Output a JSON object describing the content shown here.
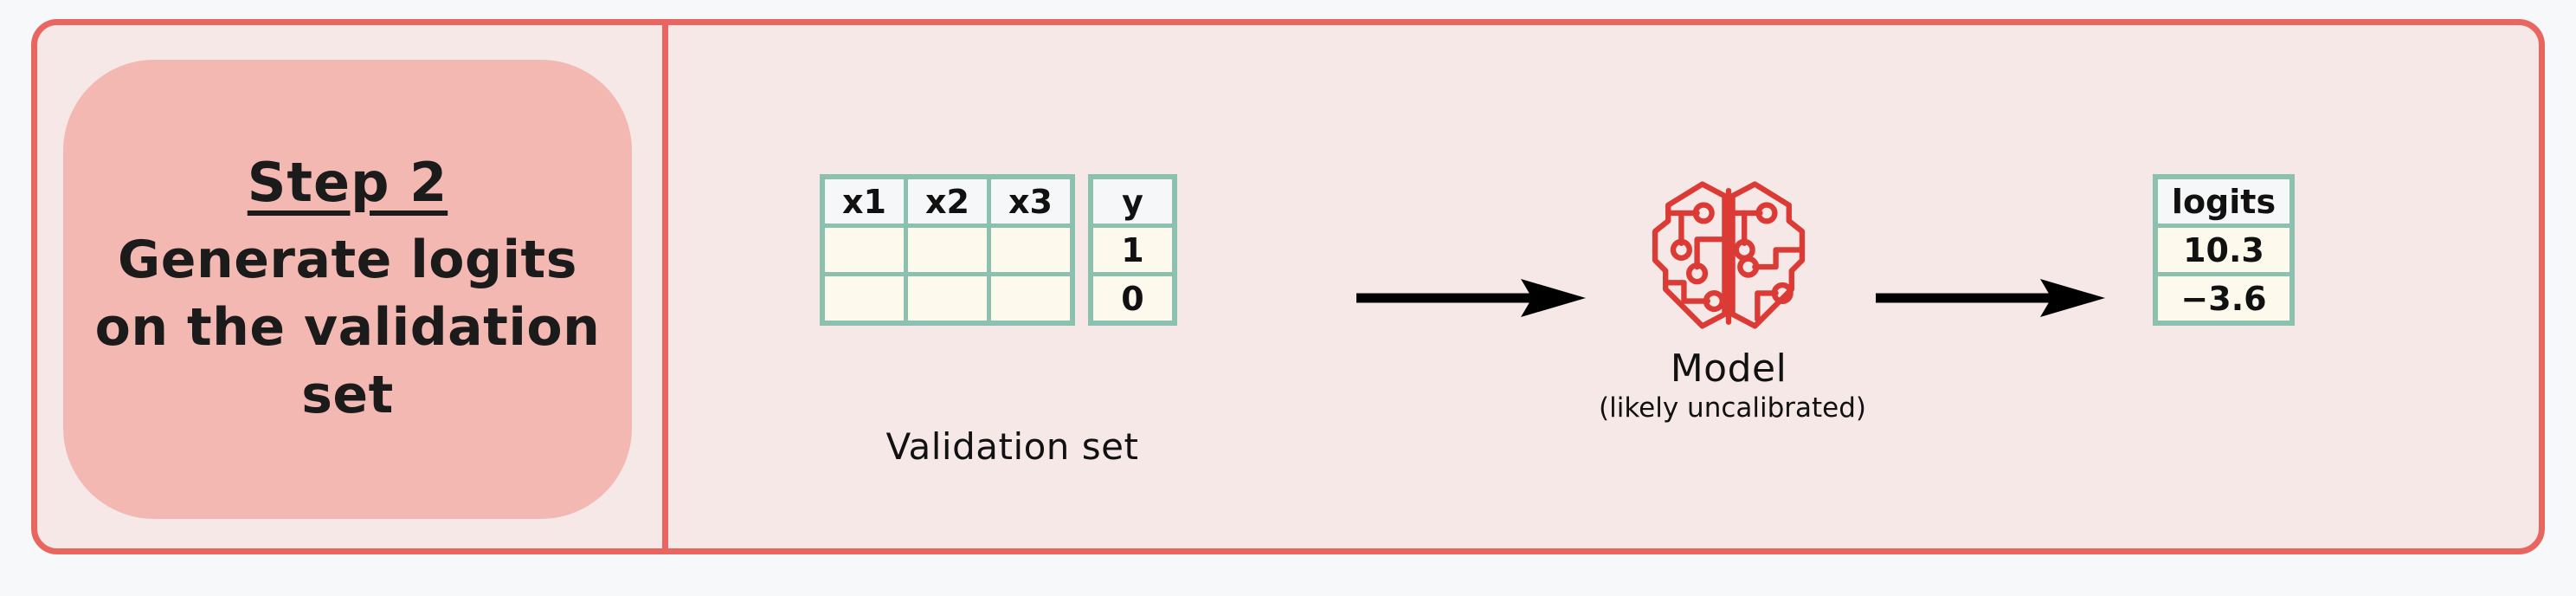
{
  "colors": {
    "page_background": "#f7f8fa",
    "card_border": "#e8665f",
    "card_background": "#f5e8e7",
    "step_badge": "#f4b8b2",
    "table_border": "#8cc0af",
    "table_header_fill": "#f5f7f8",
    "table_cell_fill": "#fdf9ec",
    "model_icon": "#dc3b35",
    "arrow": "#000000"
  },
  "step": {
    "title": "Step 2",
    "description": "Generate logits on the validation set"
  },
  "flow": {
    "validation": {
      "caption": "Validation set",
      "feature_headers": [
        "x1",
        "x2",
        "x3"
      ],
      "feature_rows": [
        [
          "",
          "",
          ""
        ],
        [
          "",
          "",
          ""
        ]
      ],
      "target_header": "y",
      "target_rows": [
        "1",
        "0"
      ]
    },
    "arrows": [
      {
        "name": "arrow-to-model",
        "direction": "right"
      },
      {
        "name": "arrow-to-logits",
        "direction": "right"
      }
    ],
    "model": {
      "icon": "circuit-brain-icon",
      "label": "Model",
      "sublabel": "(likely uncalibrated)"
    },
    "logits": {
      "header": "logits",
      "values": [
        "10.3",
        "−3.6"
      ]
    }
  }
}
